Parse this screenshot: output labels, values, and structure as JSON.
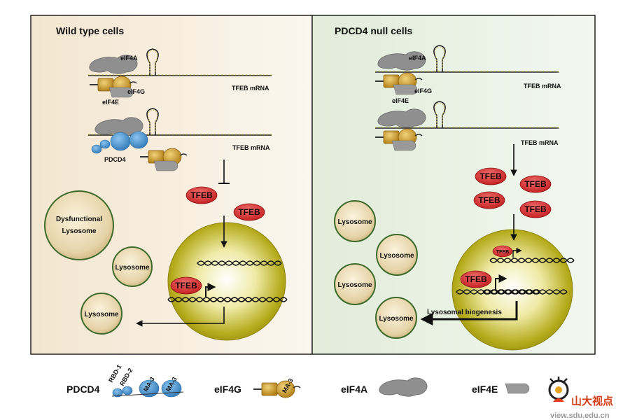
{
  "panels": {
    "left": {
      "title": "Wild type cells"
    },
    "right": {
      "title": "PDCD4 null cells"
    }
  },
  "labels": {
    "eif4a": "eIF4A",
    "eif4g": "eIF4G",
    "eif4e": "eIF4E",
    "pdcd4": "PDCD4",
    "mrna": "TFEB mRNA",
    "tfeb": "TFEB",
    "lysosome": "Lysosome",
    "dysfunctional_line1": "Dysfunctional",
    "dysfunctional_line2": "Lysosome",
    "biogenesis": "Lysosomal biogenesis"
  },
  "legend": {
    "pdcd4": "PDCD4",
    "rbd1": "RBD-1",
    "rbd2": "RBD-2",
    "ma3": "MA-3",
    "eif4g": "eIF4G",
    "eif4a": "eIF4A",
    "eif4e": "eIF4E"
  },
  "watermark": {
    "text": "山大视点",
    "url": "view.sdu.edu.cn"
  },
  "colors": {
    "left_bg": "#f6ecdc",
    "right_bg": "#e6efe0",
    "tfeb_red": "#d42a2a",
    "pdcd4_blue": "#4a95d2",
    "eif4g_gold": "#c9961f",
    "eif4a_gray": "#8f8f8f",
    "lysosome_fill": "#e4d2a8",
    "lysosome_edge": "#3d6a2a",
    "nucleus_fill": "#b9af1f"
  }
}
